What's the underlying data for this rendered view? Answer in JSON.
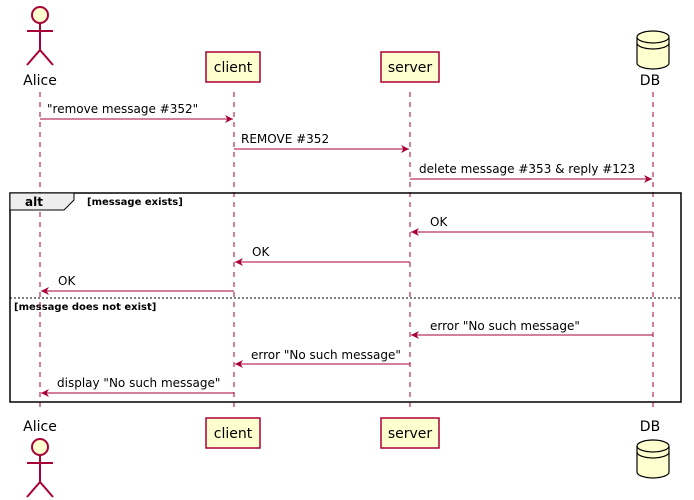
{
  "participants": {
    "alice": "Alice",
    "client": "client",
    "server": "server",
    "db": "DB"
  },
  "messages": [
    "\"remove message #352\"",
    "REMOVE #352",
    "delete message #353 & reply #123",
    "OK",
    "OK",
    "OK",
    "error \"No such message\"",
    "error \"No such message\"",
    "display \"No such message\""
  ],
  "alt": {
    "keyword": "alt",
    "guard1": "[message exists]",
    "guard2": "[message does not exist]"
  },
  "colors": {
    "line": "#A80036",
    "box_fill": "#FEFECE",
    "frame": "#000000"
  }
}
